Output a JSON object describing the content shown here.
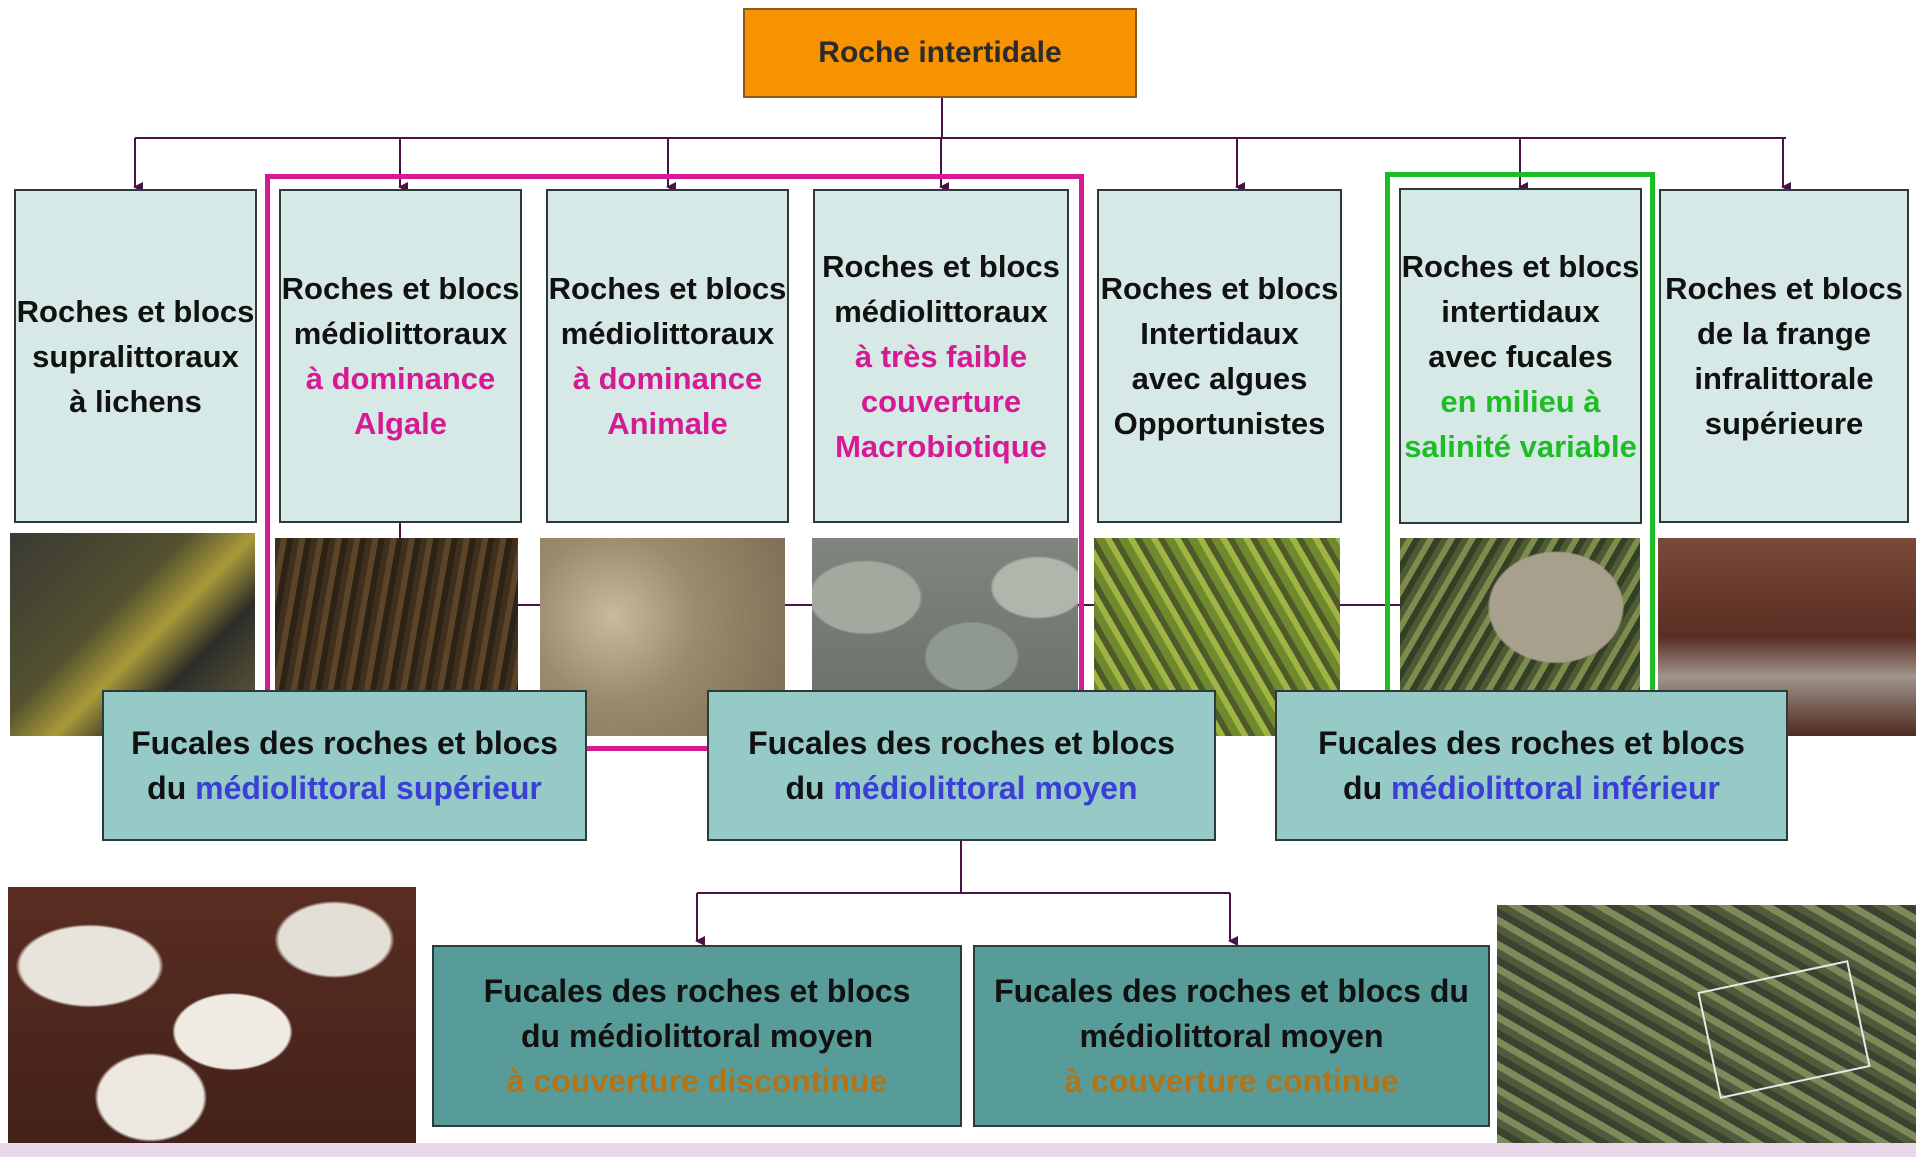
{
  "root": {
    "label": "Roche intertidale"
  },
  "level1": [
    {
      "lines": [
        "Roches et blocs",
        "supralittoraux",
        "à lichens"
      ],
      "highlight": []
    },
    {
      "lines": [
        "Roches et blocs",
        "médiolittoraux"
      ],
      "highlight": [
        "à dominance",
        "Algale"
      ]
    },
    {
      "lines": [
        "Roches et blocs",
        "médiolittoraux"
      ],
      "highlight": [
        "à dominance",
        "Animale"
      ]
    },
    {
      "lines": [
        "Roches et blocs",
        "médiolittoraux"
      ],
      "highlight": [
        "à très faible",
        "couverture",
        "Macrobiotique"
      ]
    },
    {
      "lines": [
        "Roches et blocs",
        "Intertidaux",
        "avec algues",
        "Opportunistes"
      ],
      "highlight": []
    },
    {
      "lines": [
        "Roches et blocs",
        "intertidaux",
        "avec fucales"
      ],
      "highlight": [
        "en milieu à",
        "salinité variable"
      ]
    },
    {
      "lines": [
        "Roches et blocs",
        "de la frange",
        "infralittorale",
        "supérieure"
      ],
      "highlight": []
    }
  ],
  "level2": [
    {
      "line1": "Fucales des roches et blocs",
      "prefix": "du",
      "highlight": "médiolittoral supérieur"
    },
    {
      "line1": "Fucales des roches et blocs",
      "prefix": "du",
      "highlight": "médiolittoral moyen"
    },
    {
      "line1": "Fucales des roches et blocs",
      "prefix": "du",
      "highlight": "médiolittoral inférieur"
    }
  ],
  "level3": [
    {
      "lines": [
        "Fucales des roches et blocs",
        "du médiolittoral moyen"
      ],
      "highlight": "à couverture discontinue"
    },
    {
      "lines": [
        "Fucales des roches et blocs du",
        "médiolittoral moyen"
      ],
      "highlight": "à couverture continue"
    }
  ],
  "colors": {
    "root_fill": "#f79200",
    "level1_fill": "#d6e9e7",
    "level2_fill": "#95cac7",
    "level3_fill": "#589c9a",
    "connector": "#4a1142",
    "pink": "#d61a93",
    "green": "#1fbd25",
    "blue": "#3b3fd4",
    "brown": "#b47315"
  },
  "photos": [
    {
      "name": "lichen-rock-photo",
      "subject": "rock with yellow lichens"
    },
    {
      "name": "algae-dominance-photo",
      "subject": "dense brown seaweed"
    },
    {
      "name": "animal-dominance-photo",
      "subject": "barnacle-covered rock"
    },
    {
      "name": "bare-boulders-photo",
      "subject": "grey boulders"
    },
    {
      "name": "opportunist-algae-photo",
      "subject": "green algae on rock"
    },
    {
      "name": "variable-salinity-photo",
      "subject": "fucales on rock"
    },
    {
      "name": "infralittoral-fringe-photo",
      "subject": "red-brown algae"
    },
    {
      "name": "discontinuous-cover-photo",
      "subject": "white rocks with brown algae"
    },
    {
      "name": "continuous-cover-photo",
      "subject": "continuous fucales with quadrat"
    }
  ]
}
